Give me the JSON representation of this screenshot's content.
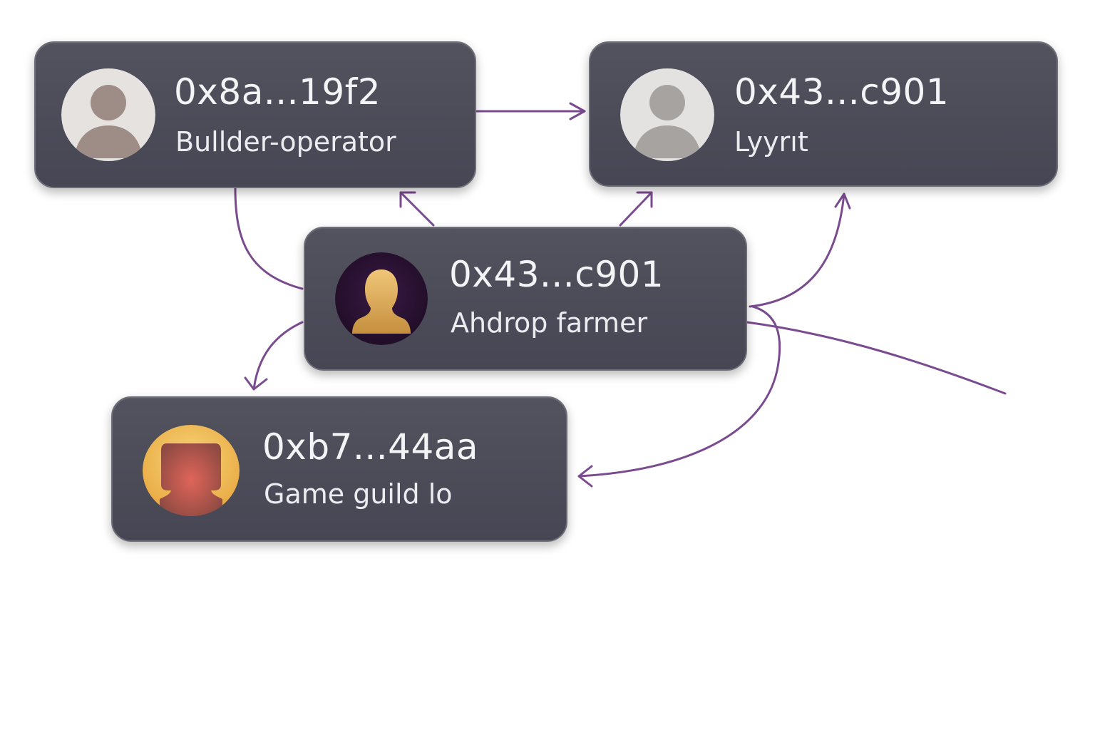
{
  "edge_color": "#7a4b8f",
  "card_color": "#4c4c59",
  "nodes": [
    {
      "address": "0x8a...19f2",
      "role": "Bullder-operator",
      "avatar": "gray-person-icon",
      "avatar_colors": {
        "bg": "#e6e2df",
        "figure": "#9e8d86"
      }
    },
    {
      "address": "0x43...c901",
      "role": "Lyyrıt",
      "avatar": "gray-person-icon",
      "avatar_colors": {
        "bg": "#e4e2e1",
        "figure": "#a7a3a1"
      }
    },
    {
      "address": "0x43...c901",
      "role": "Ahdrop farmer",
      "avatar": "gold-bust-icon",
      "avatar_colors": {
        "bg": "#2b1433",
        "figure": "#d9a857"
      }
    },
    {
      "address": "0xb7...44aa",
      "role": "Game guild lo",
      "avatar": "orange-person-icon",
      "avatar_colors": {
        "bg": "#f2c45f",
        "figure": "#c9544a"
      }
    }
  ]
}
